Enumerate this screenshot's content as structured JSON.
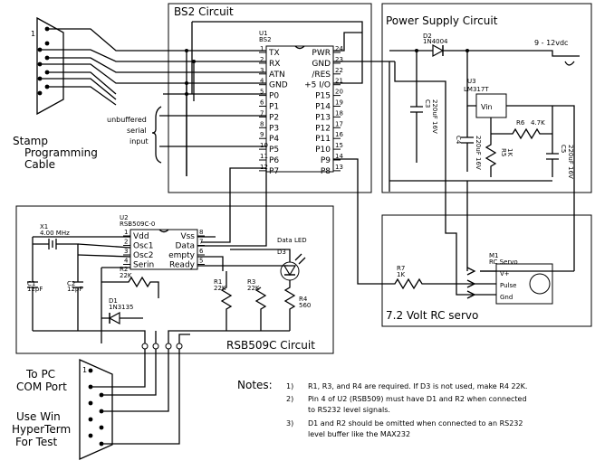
{
  "sections": {
    "bs2": "BS2 Circuit",
    "power": "Power Supply Circuit",
    "rsb": "RSB509C Circuit",
    "servo": "7.2 Volt RC servo"
  },
  "stamp_cable": [
    "Stamp",
    "Programming",
    "Cable"
  ],
  "stamp_connector_pin": "1",
  "pc_label": [
    "To PC",
    "COM Port",
    "",
    "Use Win",
    "HyperTerm",
    "For Test"
  ],
  "pc_connector_pin": "1",
  "unbuffered": [
    "unbuffered",
    "serial",
    "input"
  ],
  "u1": {
    "ref": "U1",
    "part": "BS2",
    "left_pins": [
      {
        "num": "1",
        "name": "TX"
      },
      {
        "num": "2",
        "name": "RX"
      },
      {
        "num": "3",
        "name": "ATN"
      },
      {
        "num": "4",
        "name": "GND"
      },
      {
        "num": "5",
        "name": "P0"
      },
      {
        "num": "6",
        "name": "P1"
      },
      {
        "num": "7",
        "name": "P2"
      },
      {
        "num": "8",
        "name": "P3"
      },
      {
        "num": "9",
        "name": "P4"
      },
      {
        "num": "10",
        "name": "P5"
      },
      {
        "num": "11",
        "name": "P6"
      },
      {
        "num": "12",
        "name": "P7"
      }
    ],
    "right_pins": [
      {
        "num": "24",
        "name": "PWR"
      },
      {
        "num": "23",
        "name": "GND"
      },
      {
        "num": "22",
        "name": "/RES"
      },
      {
        "num": "21",
        "name": "+5 I/O"
      },
      {
        "num": "20",
        "name": "P15"
      },
      {
        "num": "19",
        "name": "P14"
      },
      {
        "num": "18",
        "name": "P13"
      },
      {
        "num": "17",
        "name": "P12"
      },
      {
        "num": "16",
        "name": "P11"
      },
      {
        "num": "15",
        "name": "P10"
      },
      {
        "num": "14",
        "name": "P9"
      },
      {
        "num": "13",
        "name": "P8"
      }
    ]
  },
  "u2": {
    "ref": "U2",
    "part": "RSB509C-0",
    "left_pins": [
      {
        "num": "1",
        "name": "Vdd"
      },
      {
        "num": "2",
        "name": "Osc1"
      },
      {
        "num": "3",
        "name": "Osc2"
      },
      {
        "num": "4",
        "name": "Serin"
      }
    ],
    "right_pins": [
      {
        "num": "8",
        "name": "Vss"
      },
      {
        "num": "7",
        "name": "Data"
      },
      {
        "num": "6",
        "name": "empty"
      },
      {
        "num": "5",
        "name": "Ready"
      }
    ]
  },
  "parts": {
    "x1": "X1",
    "x1_val": "4.00 MHz",
    "c1": "C1",
    "c1_val": "12pF",
    "c2": "C2",
    "c2_val": "12pF",
    "r2": "R2",
    "r2_val": "22K",
    "d1": "D1",
    "d1_val": "1N3135",
    "r1": "R1",
    "r1_val": "22K",
    "r3": "R3",
    "r3_val": "22K",
    "d3": "D3",
    "d3_title": "Data LED",
    "r4": "R4",
    "r4_val": "560",
    "d2": "D2",
    "d2_val": "1N4004",
    "supply": "9 - 12vdc",
    "c3": "C3",
    "c3_val": "220uF 16V",
    "u3": "U3",
    "u3_val": "LM317T",
    "vin": "Vin",
    "c4": "C4",
    "c4_val": "220uF 16V",
    "r6": "R6",
    "r6_val": "4.7K",
    "r5": "R5",
    "r5_val": "1K",
    "c5": "C5",
    "c5_val": "220uF 16V",
    "r7": "R7",
    "r7_val": "1K",
    "m1": "M1",
    "m1_val": "RC Servo",
    "servo_pins": [
      "V+",
      "Pulse",
      "Gnd"
    ]
  },
  "notes_title": "Notes:",
  "notes": [
    {
      "num": "1)",
      "lines": [
        "R1, R3, and R4 are required. If D3 is not used, make R4 22K."
      ]
    },
    {
      "num": "2)",
      "lines": [
        "Pin 4 of U2 (RSB509) must have D1 and R2 when connected",
        "to RS232 level signals."
      ]
    },
    {
      "num": "3)",
      "lines": [
        "D1 and R2 should be omitted when connected to an RS232",
        "level buffer like the MAX232"
      ]
    }
  ]
}
